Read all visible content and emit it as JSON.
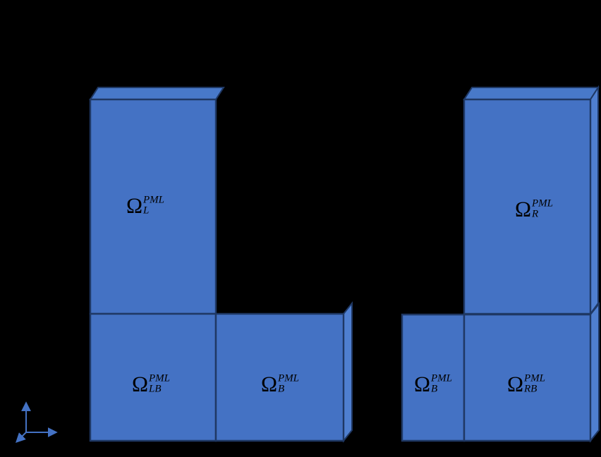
{
  "colors": {
    "background": "#000000",
    "box-front": "#4472C4",
    "box-top": "#4879C9",
    "box-side": "#4F7FD0",
    "box-stroke": "#1F3864",
    "axis-accent": "#4472C4",
    "label-ink": "#000000"
  },
  "labels": {
    "omega_L": {
      "base": "Ω",
      "sup": "PML",
      "sub": "L"
    },
    "omega_LB": {
      "base": "Ω",
      "sup": "PML",
      "sub": "LB"
    },
    "omega_B_left": {
      "base": "Ω",
      "sup": "PML",
      "sub": "B"
    },
    "omega_R": {
      "base": "Ω",
      "sup": "PML",
      "sub": "R"
    },
    "omega_B_right": {
      "base": "Ω",
      "sup": "PML",
      "sub": "B"
    },
    "omega_RB": {
      "base": "Ω",
      "sup": "PML",
      "sub": "RB"
    }
  },
  "axes": {
    "arrows": [
      "up",
      "right",
      "down-left"
    ]
  }
}
